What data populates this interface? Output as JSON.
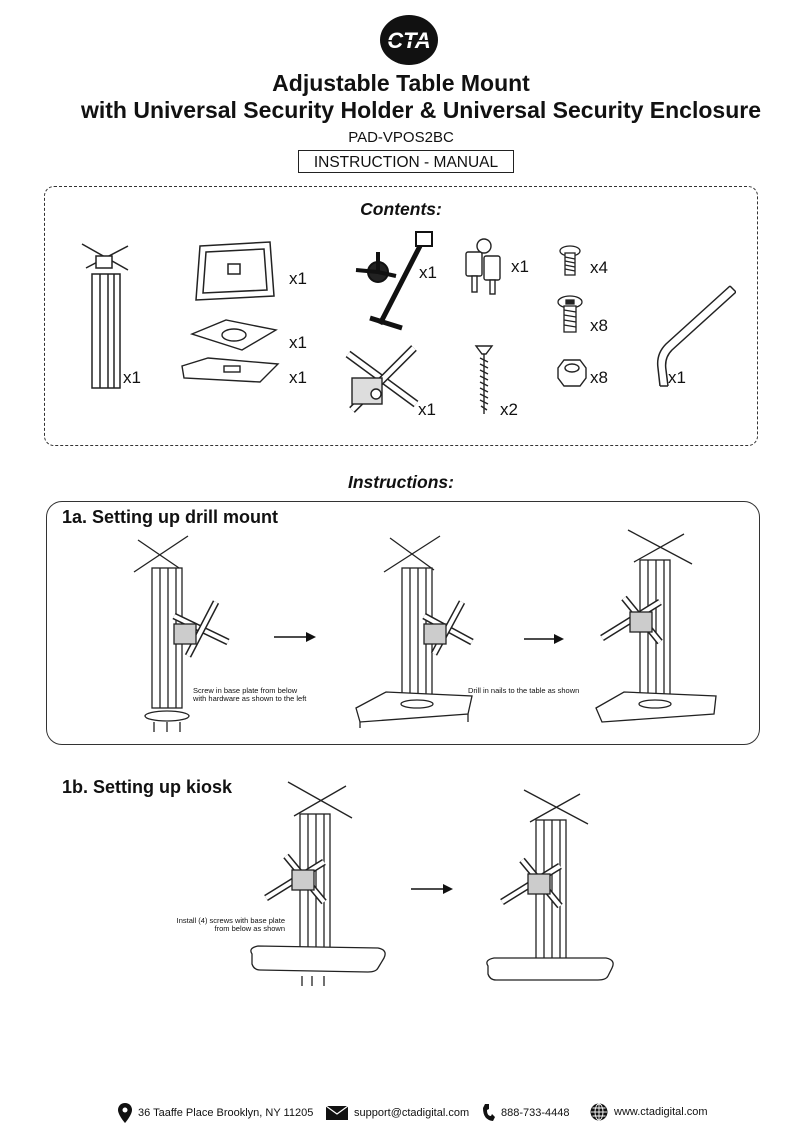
{
  "brand": "CTA",
  "title_line1": "Adjustable Table Mount",
  "title_line2": "with Universal Security Holder & Universal Security Enclosure",
  "model": "PAD-VPOS2BC",
  "manual_label": "INSTRUCTION - MANUAL",
  "contents": {
    "heading": "Contents:",
    "items": [
      {
        "icon": "pole-icon",
        "qty": "x1"
      },
      {
        "icon": "enclosure-icon",
        "qty": "x1"
      },
      {
        "icon": "plate-icon",
        "qty": "x1"
      },
      {
        "icon": "base-plate-icon",
        "qty": "x1"
      },
      {
        "icon": "holder-icon",
        "qty": "x1"
      },
      {
        "icon": "key-icon",
        "qty": "x1"
      },
      {
        "icon": "vesa-bracket-icon",
        "qty": "x1"
      },
      {
        "icon": "wood-screw-icon",
        "qty": "x2"
      },
      {
        "icon": "small-screw-icon",
        "qty": "x4"
      },
      {
        "icon": "hex-bolt-icon",
        "qty": "x8"
      },
      {
        "icon": "nut-icon",
        "qty": "x8"
      },
      {
        "icon": "allen-key-icon",
        "qty": "x1"
      }
    ]
  },
  "instructions_heading": "Instructions:",
  "step1a": {
    "title": "1a. Setting up drill mount",
    "note1_line1": "Screw in base plate from below",
    "note1_line2": "with hardware as shown to the left",
    "note2": "Drill in nails to the table as shown"
  },
  "step1b": {
    "title": "1b. Setting up kiosk",
    "note_line1": "Install (4) screws with base plate",
    "note_line2": "from below as shown"
  },
  "footer": {
    "address": "36 Taaffe Place Brooklyn, NY 11205",
    "email": "support@ctadigital.com",
    "phone": "888-733-4448",
    "website": "www.ctadigital.com"
  }
}
